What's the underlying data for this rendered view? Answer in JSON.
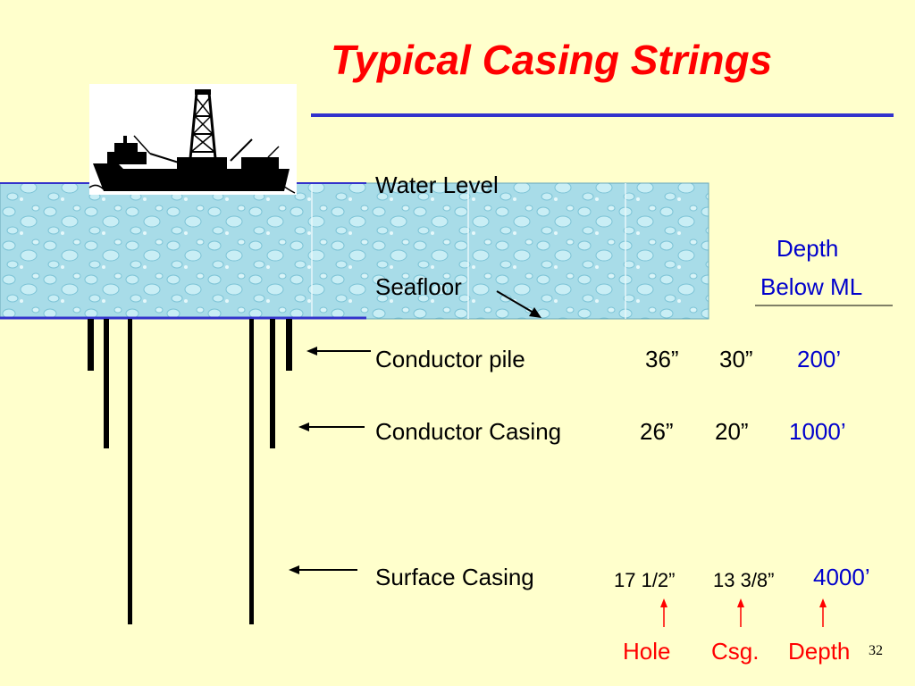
{
  "slide": {
    "title": "Typical Casing Strings",
    "page_number": "32"
  },
  "diagram": {
    "water_level_label": "Water Level",
    "seafloor_label": "Seafloor",
    "depth_header": [
      "Depth",
      "Below ML"
    ],
    "strings": [
      {
        "name": "Conductor pile",
        "hole": "36”",
        "casing": "30”",
        "depth": "200’"
      },
      {
        "name": "Conductor Casing",
        "hole": "26”",
        "casing": "20”",
        "depth": "1000’"
      },
      {
        "name": "Surface Casing",
        "hole": "17 1/2”",
        "casing": "13 3/8”",
        "depth": "4000’"
      }
    ],
    "legend": {
      "hole": "Hole",
      "casing": "Csg.",
      "depth": "Depth"
    }
  },
  "colors": {
    "background": "#ffffcc",
    "title": "#ff0000",
    "title_rule": "#3333cc",
    "water": "#a8dce8",
    "depth_text": "#0000cc",
    "legend_text": "#ff0000"
  },
  "icons": [
    "drill-ship-icon"
  ]
}
